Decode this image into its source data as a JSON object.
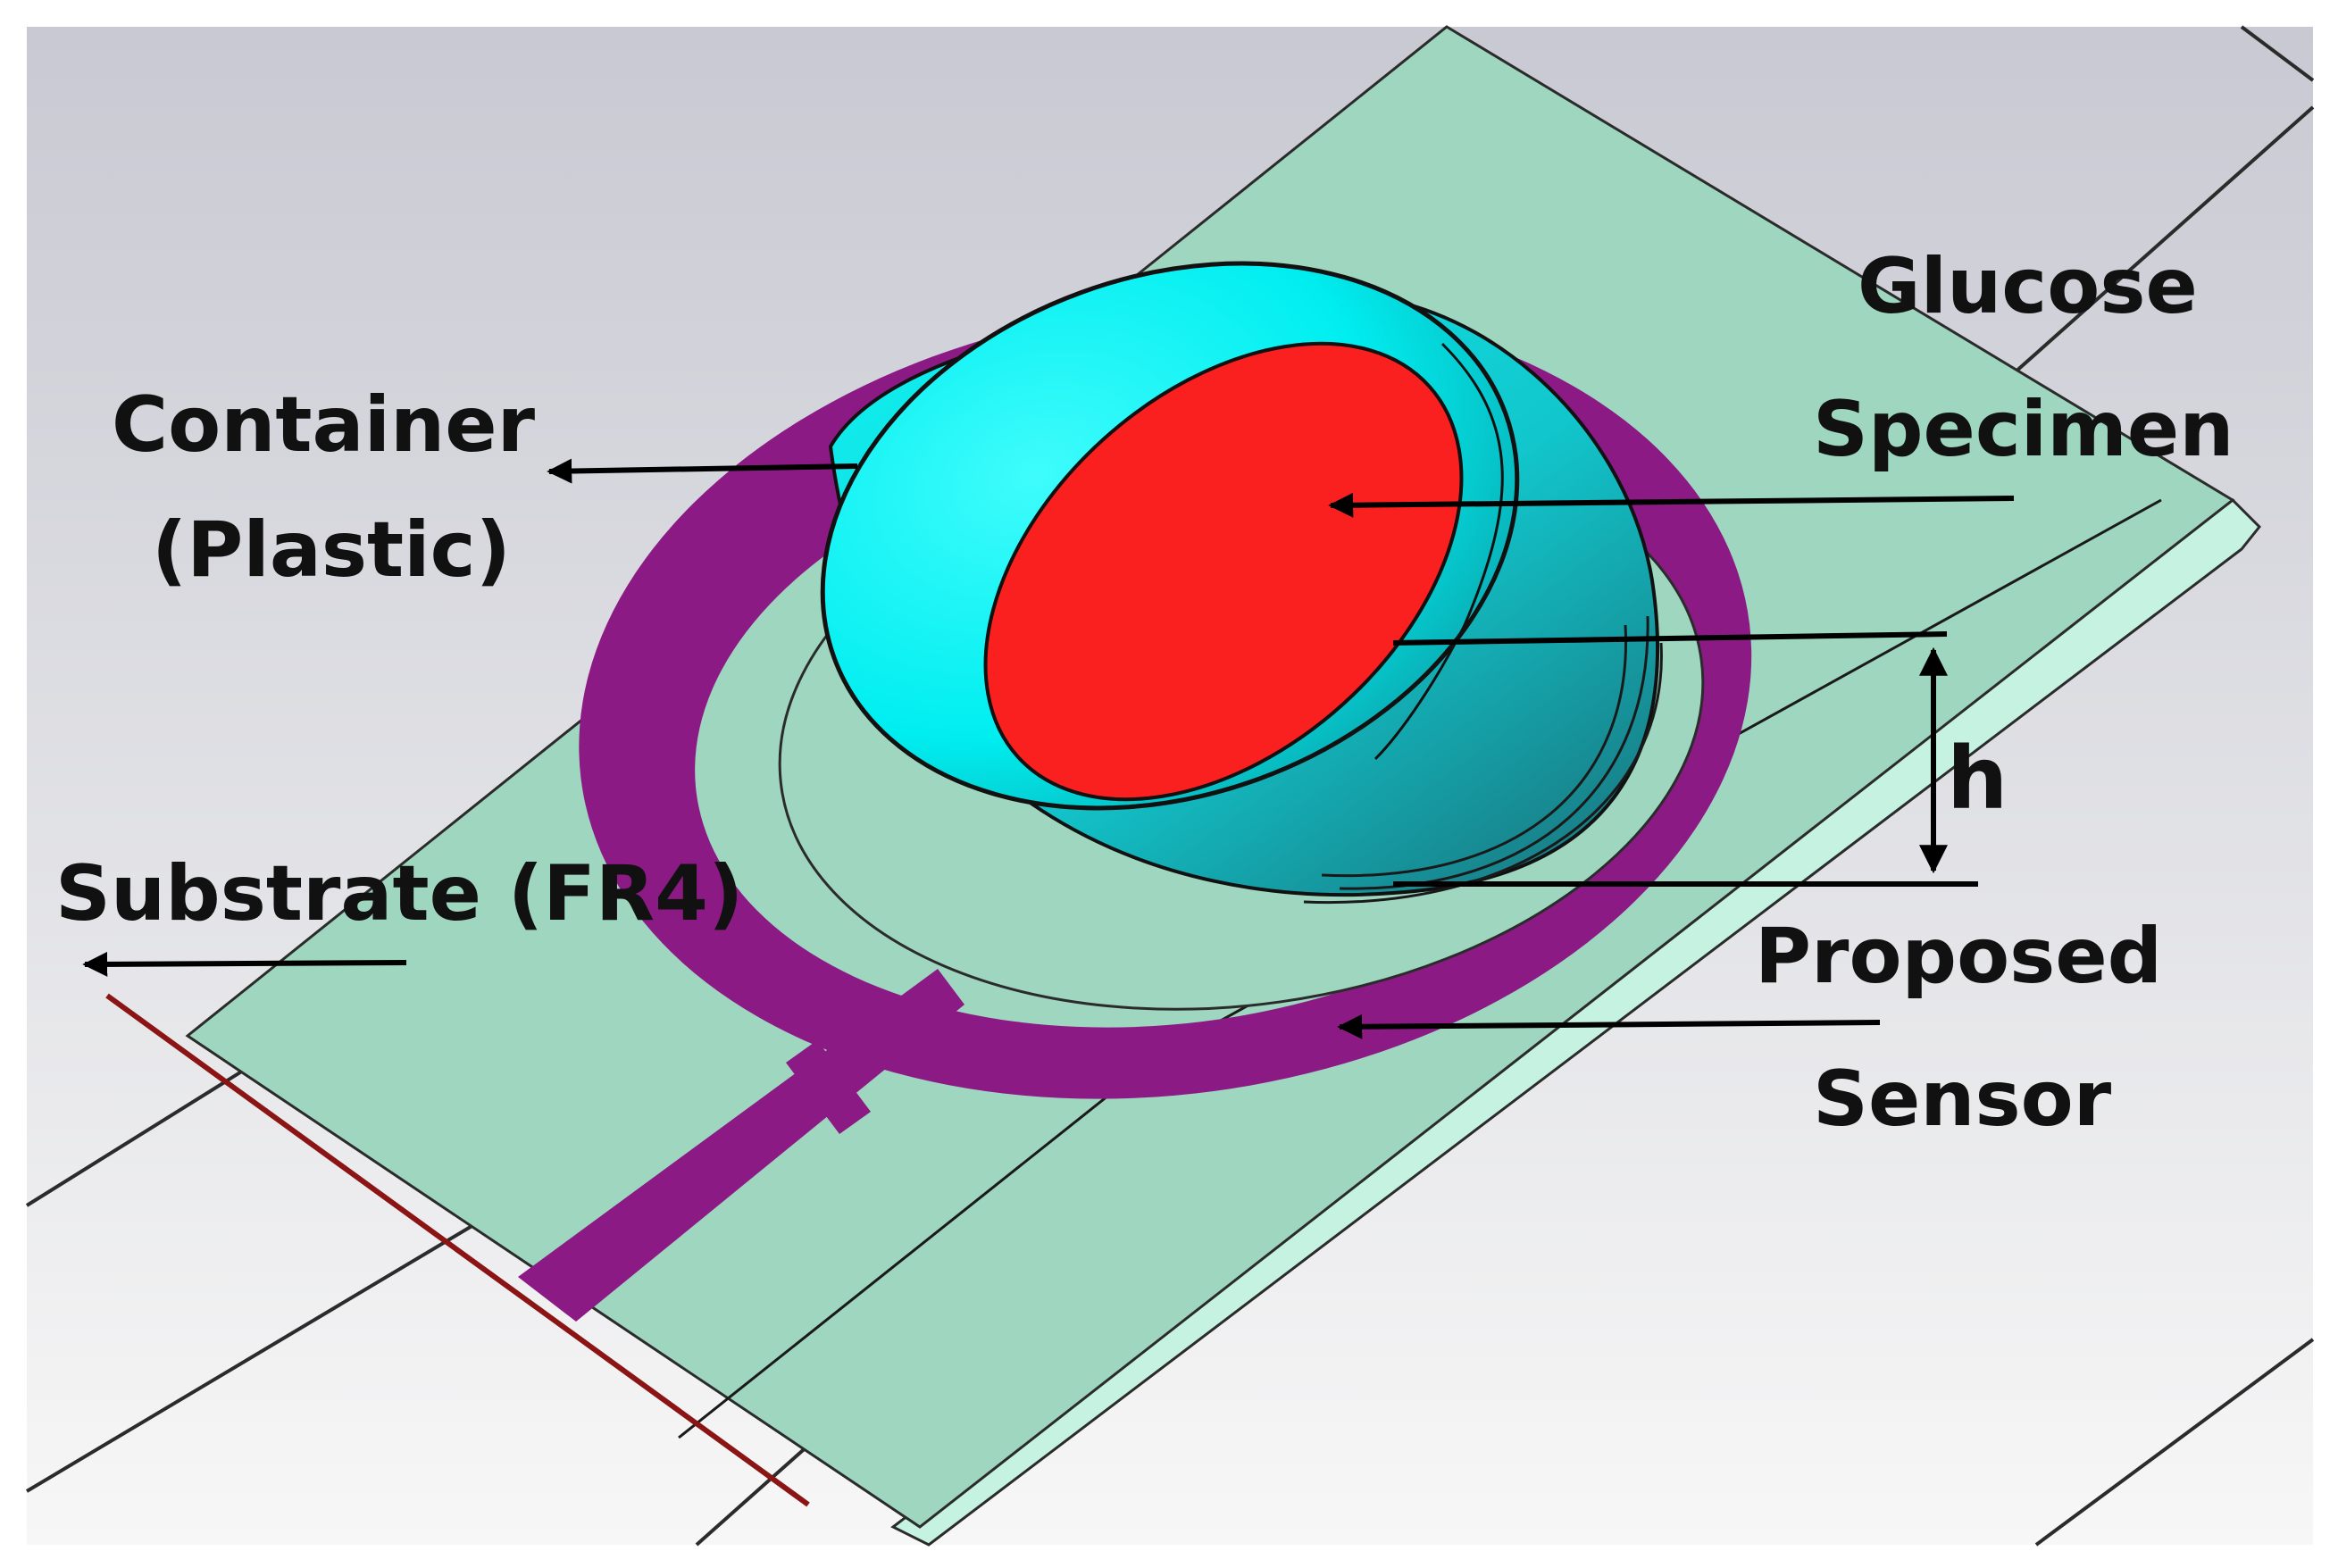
{
  "labels": {
    "container_line1": "Container",
    "container_line2": "(Plastic)",
    "glucose_line1": "Glucose",
    "glucose_line2": "Specimen",
    "height": "h",
    "substrate": "Substrate (FR4)",
    "sensor_line1": "Proposed",
    "sensor_line2": "Sensor"
  },
  "colors": {
    "background_top": "#c8c9d2",
    "background_bottom": "#f7f7f7",
    "substrate": "#9ed6bf",
    "substrate_edge": "#c5f2e1",
    "sensor_ring": "#8c1a85",
    "container": "#0ff0f0",
    "container_shadow": "#1b8d92",
    "glucose": "#fa2020",
    "port_edge": "#8b1414"
  }
}
